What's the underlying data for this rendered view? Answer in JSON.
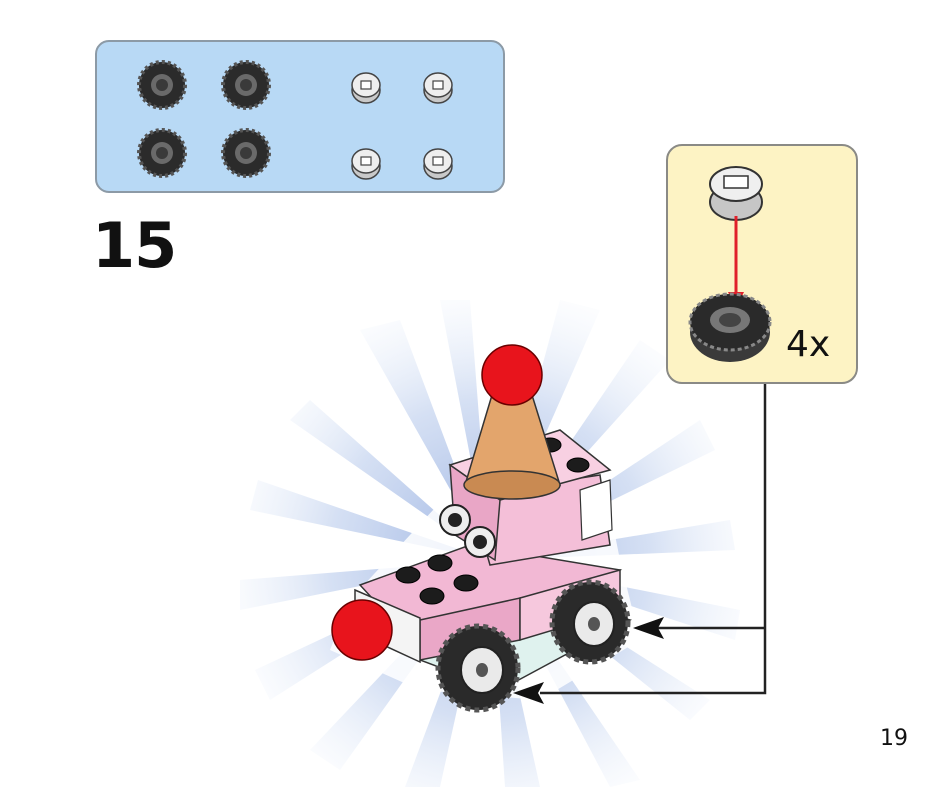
{
  "step": {
    "number": "15"
  },
  "callout": {
    "quantity": "4x"
  },
  "page": {
    "number": "19"
  },
  "parts": [
    {
      "icon": "tire-icon",
      "count": 4
    },
    {
      "icon": "wheel-hub-icon",
      "count": 4
    }
  ],
  "colors": {
    "parts_box_bg": "#b8d9f5",
    "callout_bg": "#fdf3c4",
    "arrow_red": "#e0202a",
    "brick_pink": "#f2b8d4",
    "cone_tan": "#e3a56c",
    "knob_red": "#e8141c"
  }
}
